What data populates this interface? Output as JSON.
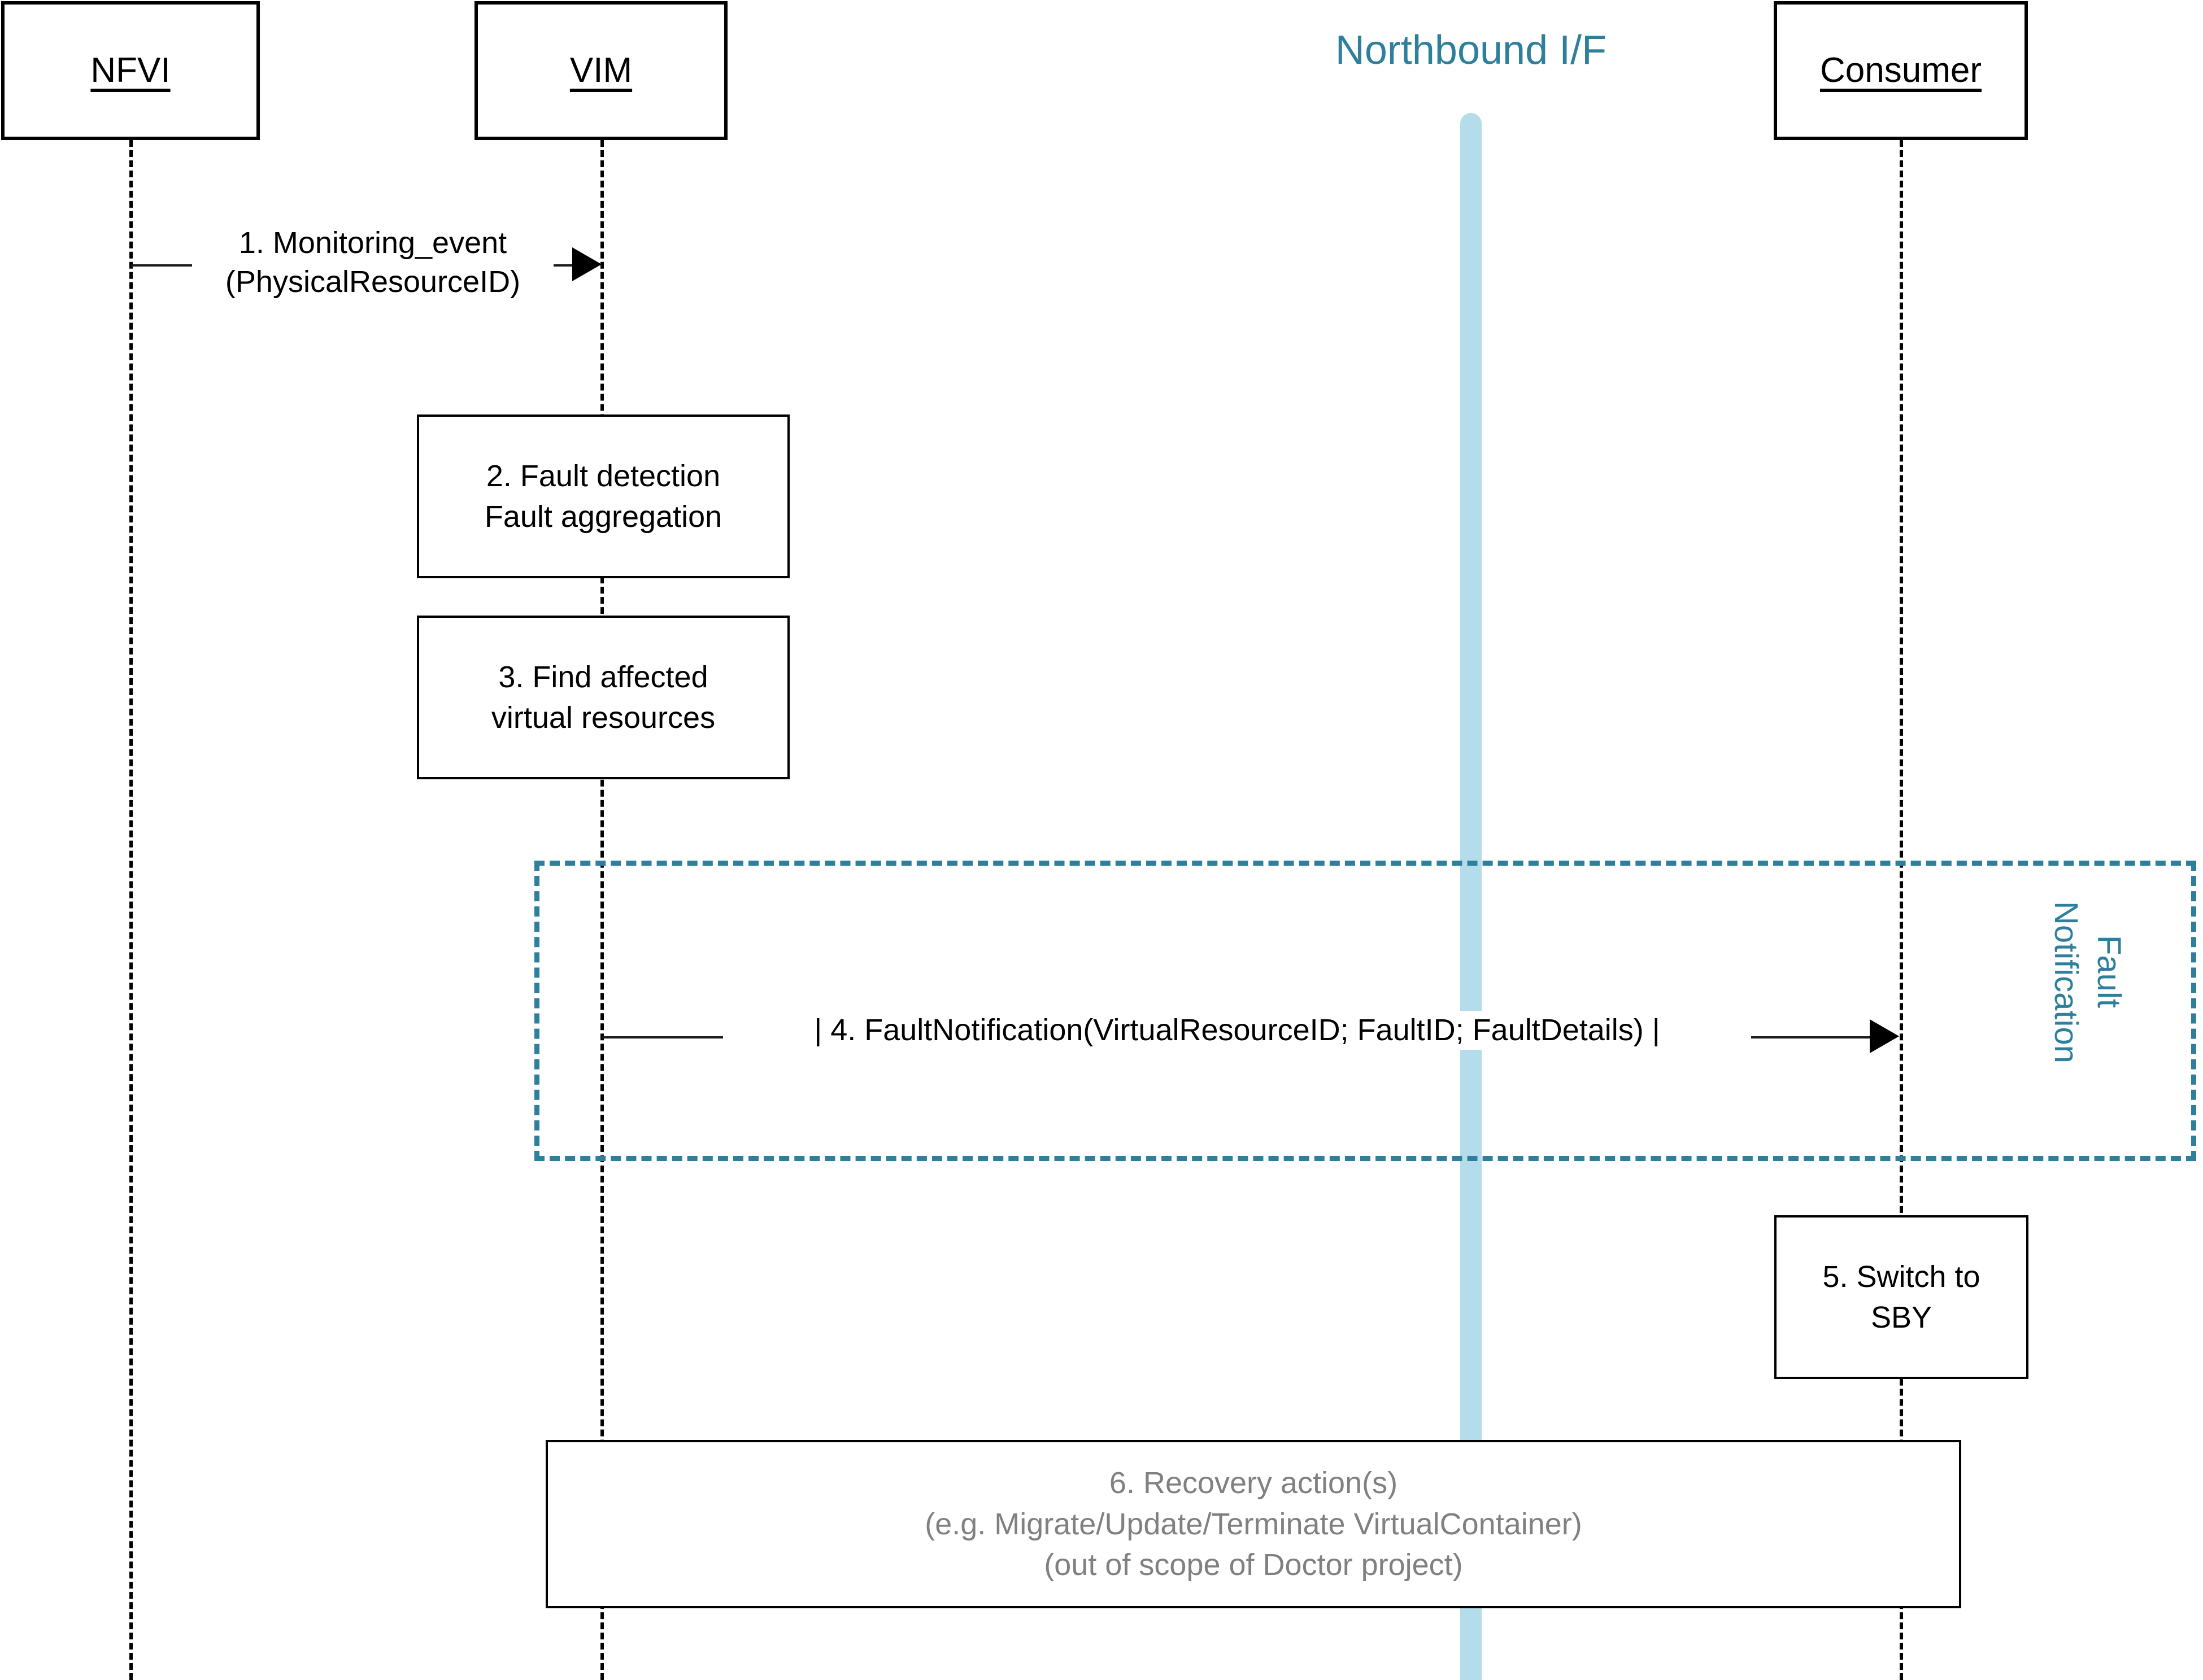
{
  "diagram": {
    "type": "sequence-diagram",
    "title": "Doctor fault management sequence",
    "colors": {
      "teal": "#2E7F9B",
      "light_blue": "#B4DCEA",
      "black": "#000000",
      "muted_gray": "#808080"
    }
  },
  "participants": [
    {
      "id": "nfvi",
      "label": "NFVI"
    },
    {
      "id": "vim",
      "label": "VIM"
    },
    {
      "id": "consumer",
      "label": "Consumer"
    }
  ],
  "interface": {
    "label": "Northbound I/F"
  },
  "messages": [
    {
      "id": "msg1",
      "number": "1.",
      "from": "nfvi",
      "to": "vim",
      "lines": [
        "1. Monitoring_event",
        "(PhysicalResourceID)"
      ]
    },
    {
      "id": "msg4",
      "number": "4.",
      "from": "vim",
      "to": "consumer",
      "lines": [
        "| 4. FaultNotification(VirtualResourceID; FaultID; FaultDetails) |"
      ]
    }
  ],
  "actions": [
    {
      "id": "act2",
      "on": "vim",
      "lines": [
        "2. Fault detection",
        "Fault aggregation"
      ]
    },
    {
      "id": "act3",
      "on": "vim",
      "lines": [
        "3. Find affected",
        "virtual resources"
      ]
    },
    {
      "id": "act5",
      "on": "consumer",
      "lines": [
        "5. Switch to",
        "SBY"
      ]
    },
    {
      "id": "act6",
      "on": "span",
      "muted": true,
      "lines": [
        "6. Recovery action(s)",
        "(e.g. Migrate/Update/Terminate VirtualContainer)",
        "(out of scope of Doctor project)"
      ]
    }
  ],
  "fragment": {
    "id": "fault-notification-fragment",
    "label_lines": [
      "Fault",
      "Notification"
    ],
    "label_line1": "Fault",
    "label_line2": "Notification"
  }
}
